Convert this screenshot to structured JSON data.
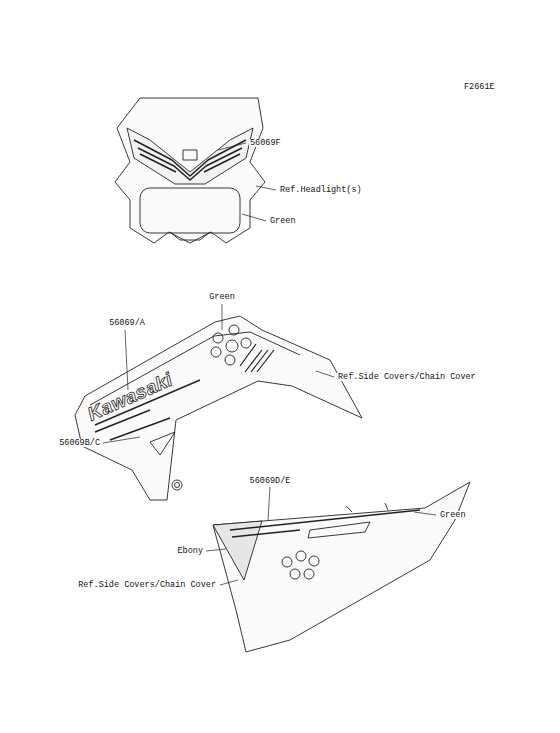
{
  "diagram": {
    "labels": [
      "F2661E",
      "56069F",
      "Ref.Headlight(s)",
      "Green",
      "Green",
      "56069/A",
      "Ref.Side Covers/Chain Cover",
      "Kawasaki",
      "56069B/C",
      "56069D/E",
      "Green",
      "Ebony",
      "Ref.Side Covers/Chain Cover"
    ]
  }
}
